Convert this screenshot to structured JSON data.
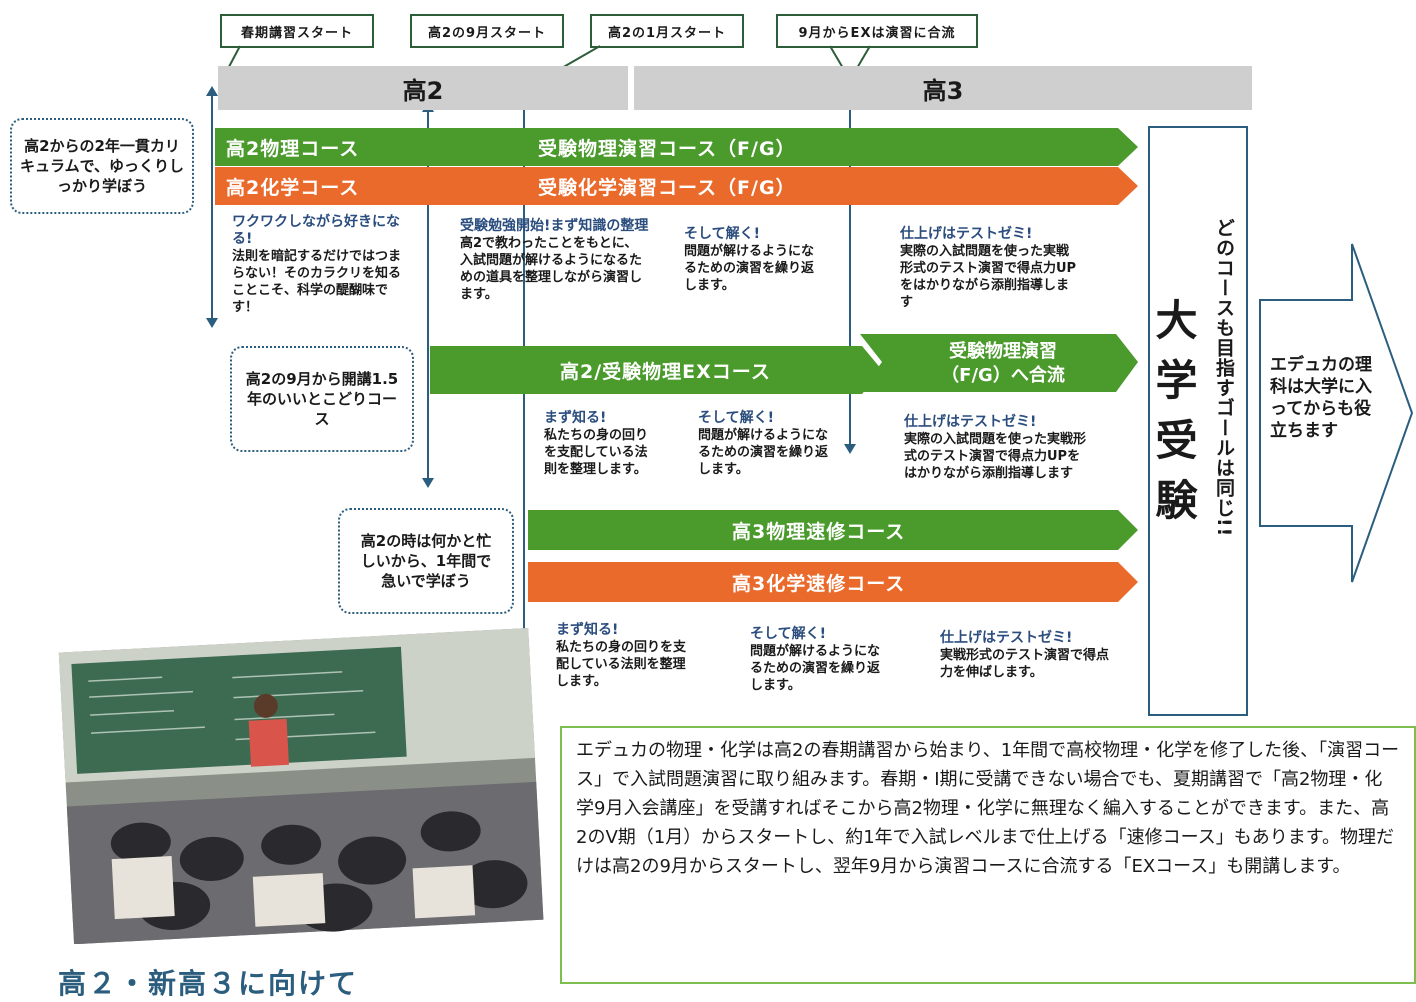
{
  "callouts": [
    "春期講習スタート",
    "高2の9月スタート",
    "高2の1月スタート",
    "9月からEXは演習に合流"
  ],
  "years": {
    "y2": "高2",
    "y3": "高3"
  },
  "courses": {
    "phys2": "高2物理コース",
    "phys_ex": "受験物理演習コース（F/G）",
    "chem2": "高2化学コース",
    "chem_ex": "受験化学演習コース（F/G）",
    "ex": "高2/受験物理EXコース",
    "merge_l1": "受験物理演習",
    "merge_l2": "（F/G）へ合流",
    "phys3": "高3物理速修コース",
    "chem3": "高3化学速修コース"
  },
  "bubbles": {
    "b1": "高2からの2年一貫カリキュラムで、ゆっくりしっかり学ぼう",
    "b2": "高2の9月から開講1.5年のいいとこどりコース",
    "b3": "高2の時は何かと忙しいから、1年間で急いで学ぼう"
  },
  "notes": {
    "n1_h": "ワクワクしながら好きになる!",
    "n1_b": "法則を暗記するだけではつまらない！そのカラクリを知ることこそ、科学の醍醐味です！",
    "n2_h": "受験勉強開始!まず知識の整理",
    "n2_b": "高2で教わったことをもとに、入試問題が解けるようになるための道具を整理しながら演習します。",
    "n3_h": "そして解く!",
    "n3_b": "問題が解けるようになるための演習を繰り返します。",
    "n4_h": "仕上げはテストゼミ!",
    "n4_b": "実際の入試問題を使った実戦形式のテスト演習で得点力UPをはかりながら添削指導します",
    "n5_h": "まず知る!",
    "n5_b": "私たちの身の回りを支配している法則を整理します。",
    "n6_h": "そして解く!",
    "n6_b": "問題が解けるようになるための演習を繰り返します。",
    "n7_h": "仕上げはテストゼミ!",
    "n7_b": "実際の入試問題を使った実戦形式のテスト演習で得点力UPをはかりながら添削指導します",
    "n8_h": "まず知る!",
    "n8_b": "私たちの身の回りを支配している法則を整理します。",
    "n9_h": "そして解く!",
    "n9_b": "問題が解けるようになるための演習を繰り返します。",
    "n10_h": "仕上げはテストゼミ!",
    "n10_b": "実戦形式のテスト演習で得点力を伸ばします。"
  },
  "goal": {
    "main": "大学受験",
    "side": "どのコースも目指すゴールは同じ!!"
  },
  "arrow_text": "エデュカの理科は大学に入ってからも役立ちます",
  "paragraph": "エデュカの物理・化学は高2の春期講習から始まり、1年間で高校物理・化学を修了した後、「演習コース」で入試問題演習に取り組みます。春期・Ⅰ期に受講できない場合でも、夏期講習で「高2物理・化学9月入会講座」を受講すればそこから高2物理・化学に無理なく編入することができます。また、高2のⅤ期（1月）からスタートし、約1年で入試レベルまで仕上げる「速修コース」もあります。物理だけは高2の9月からスタートし、翌年9月から演習コースに合流する「EXコース」も開講します。",
  "bottom_heading": "高２・新高３に向けて",
  "colors": {
    "green": "#4a9a2c",
    "orange": "#ea6a2c",
    "navy": "#2b5d7e"
  }
}
